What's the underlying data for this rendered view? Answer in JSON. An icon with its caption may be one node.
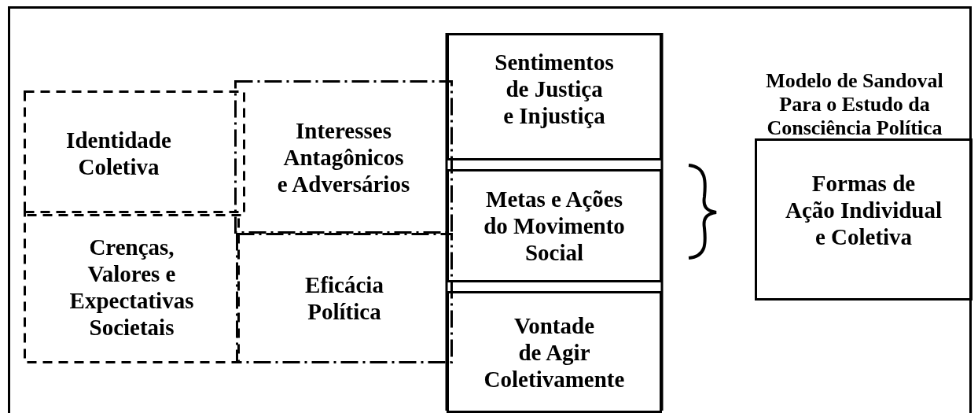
{
  "diagram": {
    "title": "Modelo de Sandoval Para o Estudo da Consciência Política",
    "nodes": [
      {
        "text": [
          "Identidade Coletiva"
        ]
      },
      {
        "text": [
          "Crenças, Valores e Expectativas Societais"
        ]
      },
      {
        "text": [
          "Interesses Antagônicos e Adversários"
        ]
      },
      {
        "text": [
          "Eficácia Política"
        ]
      },
      {
        "text": [
          "Sentimentos de Justiça e Injustiça"
        ]
      },
      {
        "text": [
          "Metas e Ações do Movimento Social"
        ]
      },
      {
        "text": [
          "Vontade de Agir Coletivamente"
        ]
      },
      {
        "text": [
          "Formas de Ação Individual e Coletiva"
        ]
      }
    ]
  }
}
